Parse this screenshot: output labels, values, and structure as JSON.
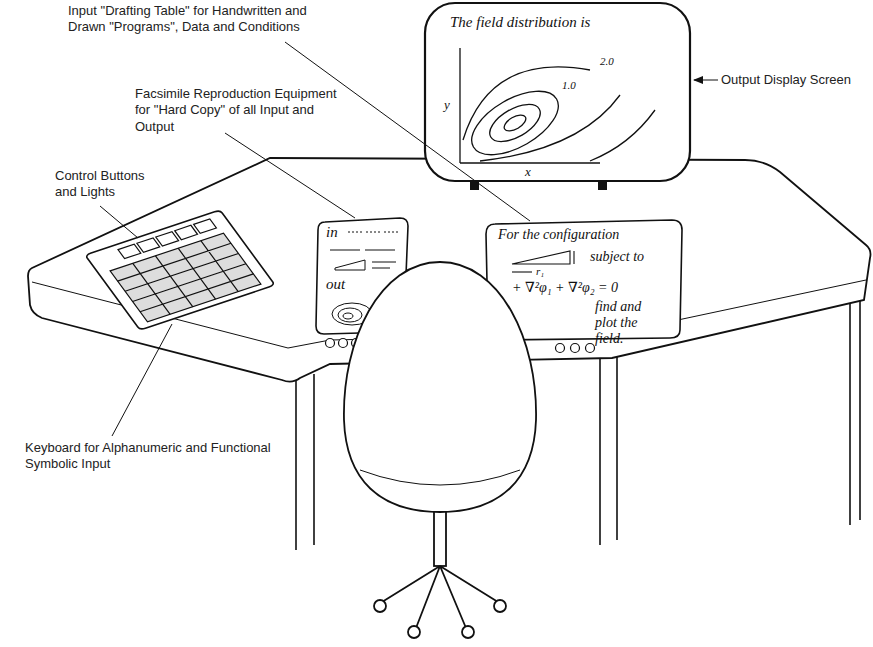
{
  "diagram": {
    "nodes": [
      {
        "text": [
          "The field distribution is",
          "2.0",
          "1.0",
          "y",
          "x"
        ]
      },
      {
        "text": [
          "in",
          "out"
        ]
      },
      {
        "text": [
          "For the configuration",
          "subject to",
          "r₁",
          "+ ∇²φ₁ + ∇²φ₂ = 0",
          "find and plot the field."
        ]
      }
    ],
    "labels": [
      "Input \"Drafting Table\" for Handwritten and Drawn \"Programs\", Data and Conditions",
      "Facsimile Reproduction Equipment for \"Hard Copy\" of all Input and Output",
      "Control Buttons and Lights",
      "Keyboard for Alphanumeric and Functional Symbolic Input",
      "Output Display Screen"
    ]
  }
}
